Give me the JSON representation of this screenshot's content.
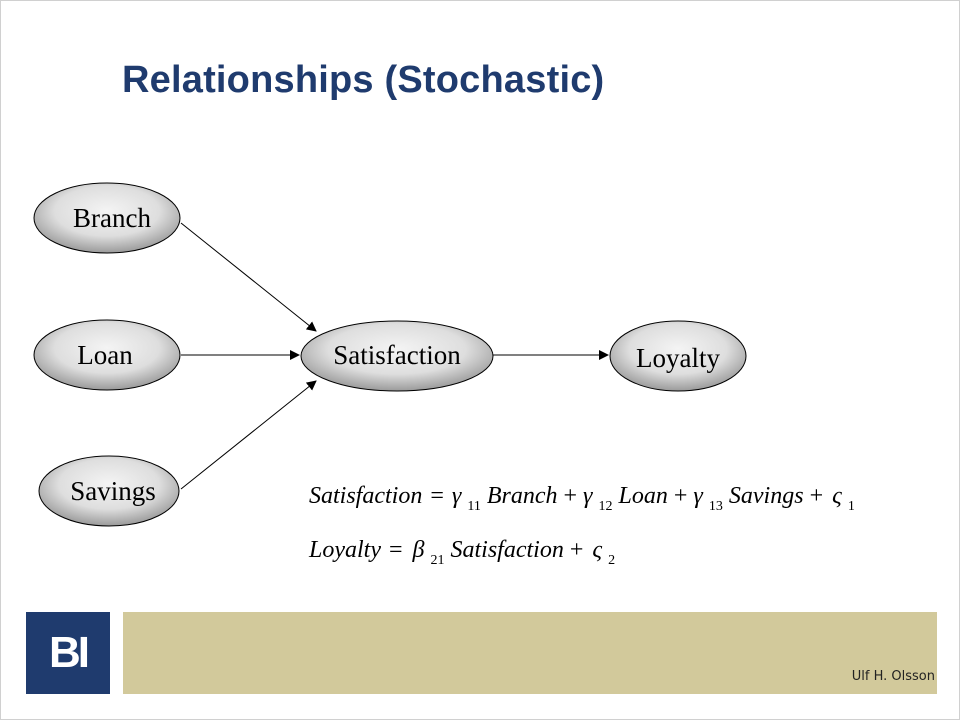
{
  "slide": {
    "title": "Relationships (Stochastic)",
    "author": "Ulf H. Olsson",
    "logo_text": "BI",
    "colors": {
      "title": "#1f3b6e",
      "logo_bg": "#1f3b6e",
      "footer_band": "#d2c99b"
    }
  },
  "diagram": {
    "nodes": {
      "branch": "Branch",
      "loan": "Loan",
      "savings": "Savings",
      "satisfaction": "Satisfaction",
      "loyalty": "Loyalty"
    },
    "edges": [
      {
        "from": "Branch",
        "to": "Satisfaction"
      },
      {
        "from": "Loan",
        "to": "Satisfaction"
      },
      {
        "from": "Savings",
        "to": "Satisfaction"
      },
      {
        "from": "Satisfaction",
        "to": "Loyalty"
      }
    ]
  },
  "equations": {
    "eq1": {
      "lhs": "Satisfaction",
      "eq": "=",
      "g1": "γ",
      "g1_sub": "11",
      "v1": "Branch",
      "p1": "+",
      "g2": "γ",
      "g2_sub": "12",
      "v2": "Loan",
      "p2": "+",
      "g3": "γ",
      "g3_sub": "13",
      "v3": "Savings",
      "p3": "+",
      "e": "ς",
      "e_sub": "1"
    },
    "eq2": {
      "lhs": "Loyalty",
      "eq": "=",
      "b": "β",
      "b_sub": "21",
      "v1": "Satisfaction",
      "p1": "+",
      "e": "ς",
      "e_sub": "2"
    }
  }
}
